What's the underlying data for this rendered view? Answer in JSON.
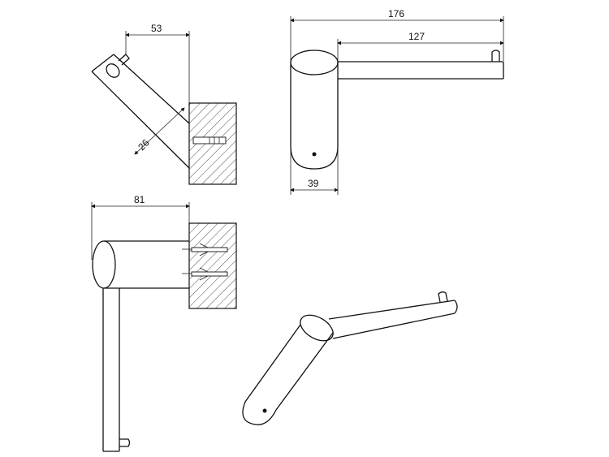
{
  "drawing": {
    "side_view": {
      "dim_width": "53",
      "dim_diameter": "26"
    },
    "top_view": {
      "dim_total": "176",
      "dim_rod": "127",
      "dim_body": "39"
    },
    "front_view": {
      "dim_depth": "81"
    },
    "colors": {
      "line": "#111111",
      "background": "#ffffff"
    }
  }
}
